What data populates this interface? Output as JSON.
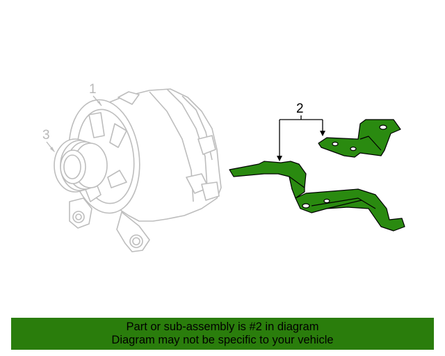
{
  "callouts": {
    "alternator": "1",
    "brackets": "2",
    "pulley": "3"
  },
  "banner": {
    "line1": "Part or sub-assembly is #2 in diagram",
    "line2": "Diagram may not be specific to your vehicle"
  },
  "colors": {
    "highlight_part": "#2a8a10",
    "ghost_part": "#bdbdbd",
    "banner_bg": "#2a7d0c"
  }
}
